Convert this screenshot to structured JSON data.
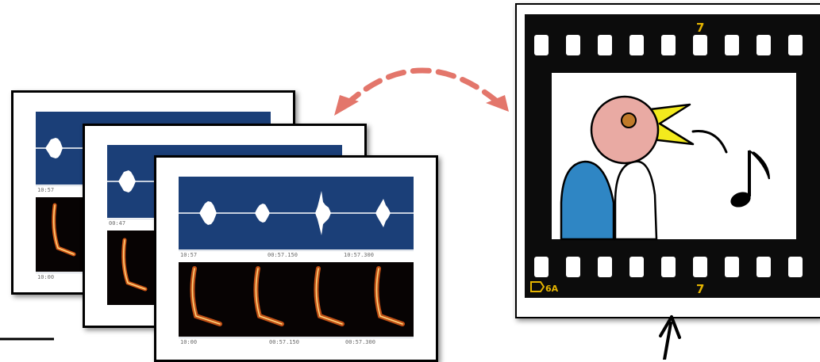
{
  "spectrogram_cards": {
    "back": {
      "time_labels": [
        "10:57",
        "10:00"
      ]
    },
    "middle": {
      "time_labels": [
        "00:47"
      ]
    },
    "front": {
      "time_labels_top": [
        "10:57",
        "00:57.150",
        "10:57.300"
      ],
      "time_labels_bottom": [
        "10:00",
        "00:57.150",
        "00:57.300"
      ]
    }
  },
  "film_strip": {
    "frame_number_top": "7",
    "frame_number_bottom": "7",
    "edge_code": "6A"
  },
  "icons": {
    "double_arrow": "dashed-double-arrow-icon",
    "up_arrow": "arrow-up-icon",
    "music_note": "music-note-icon",
    "bird": "singing-bird-icon"
  },
  "colors": {
    "waveform_background": "#1b3f78",
    "spectrogram_background": "#070303",
    "spectrogram_trace": "#ff6a1c",
    "dashed_arrow": "#e3766b",
    "film_black": "#0c0c0c",
    "film_number": "#e5b400",
    "bird_head": "#e9aaa3",
    "bird_beak": "#f3ea1d",
    "bird_wing": "#2f86c4"
  }
}
